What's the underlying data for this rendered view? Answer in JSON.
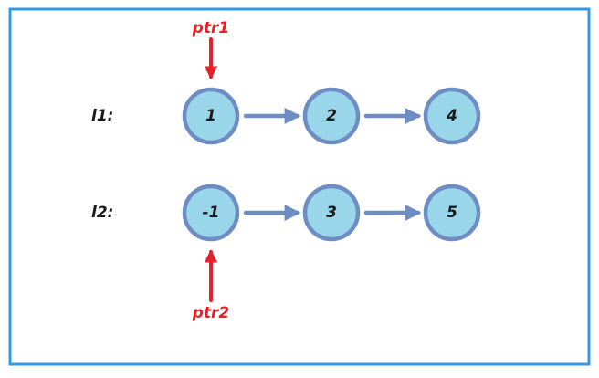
{
  "colors": {
    "frame": "#3399e6",
    "node_fill": "#99d6ea",
    "node_stroke": "#6e8ec3",
    "link_arrow": "#6e8ec3",
    "pointer": "#e8202a",
    "text": "#1a1a1a"
  },
  "lists": [
    {
      "label": "l1:",
      "values": [
        "1",
        "2",
        "4"
      ]
    },
    {
      "label": "l2:",
      "values": [
        "-1",
        "3",
        "5"
      ]
    }
  ],
  "pointers": [
    {
      "label": "ptr1",
      "list": 0,
      "node": 0,
      "side": "above"
    },
    {
      "label": "ptr2",
      "list": 1,
      "node": 0,
      "side": "below"
    }
  ]
}
